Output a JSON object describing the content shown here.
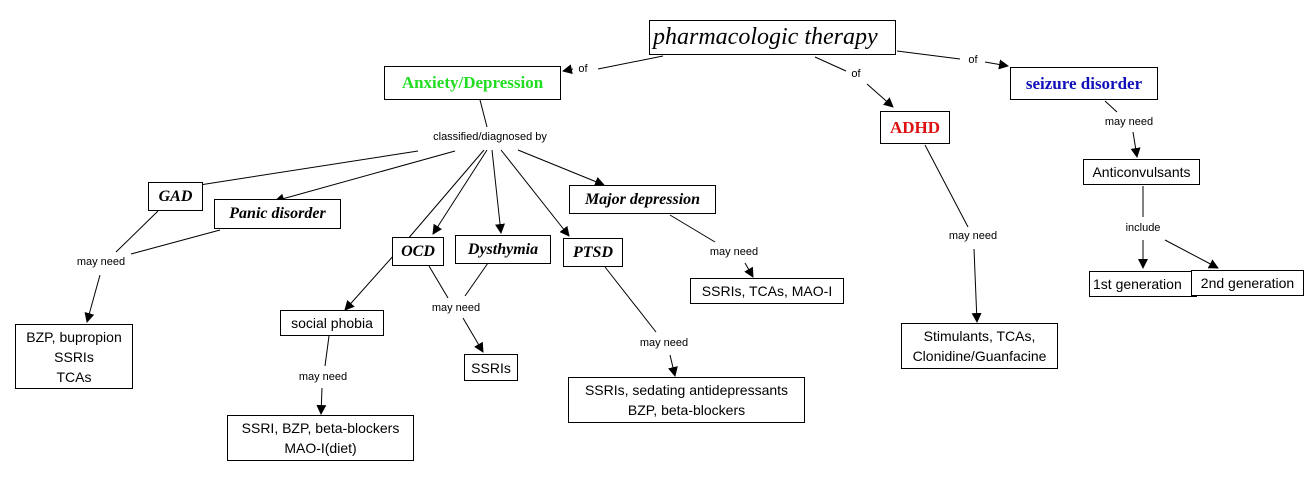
{
  "diagram": {
    "root": {
      "label": "pharmacologic therapy"
    },
    "categories": {
      "anxiety": {
        "label": "Anxiety/Depression",
        "color": "#22dd22"
      },
      "adhd": {
        "label": "ADHD",
        "color": "#dd1111"
      },
      "seizure": {
        "label": "seizure disorder",
        "color": "#1111bb"
      }
    },
    "disorders": {
      "gad": "GAD",
      "panic": "Panic disorder",
      "major_depression": "Major depression",
      "ocd": "OCD",
      "dysthymia": "Dysthymia",
      "ptsd": "PTSD"
    },
    "treatments": {
      "gad_panic": "BZP, bupropion\nSSRIs\nTCAs",
      "social_phobia": "social phobia",
      "social_phobia_tx": "SSRI, BZP, beta-blockers\nMAO-I(diet)",
      "ocd_dysthymia": "SSRIs",
      "ptsd": "SSRIs, sedating antidepressants\nBZP, beta-blockers",
      "major_depression": "SSRIs, TCAs, MAO-I",
      "adhd": "Stimulants, TCAs,\nClonidine/Guanfacine",
      "anticonvulsants": "Anticonvulsants",
      "first_gen": "1st generation",
      "second_gen": "2nd generation"
    },
    "link_labels": {
      "of": "of",
      "classified": "classified/diagnosed by",
      "may_need": "may need",
      "include": "include"
    }
  }
}
